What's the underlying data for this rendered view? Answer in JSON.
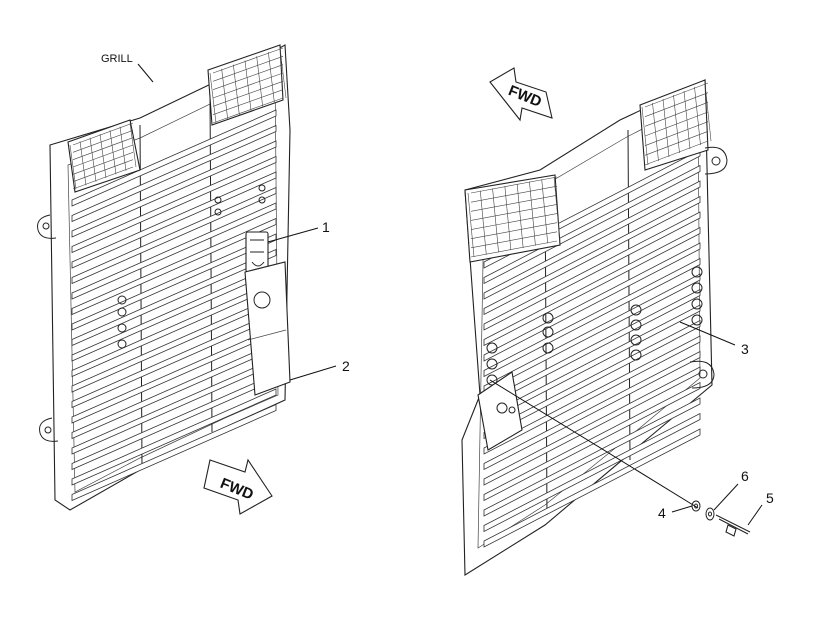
{
  "labels": {
    "grill": "GRILL",
    "callout_1": "1",
    "callout_2": "2",
    "callout_3": "3",
    "callout_4": "4",
    "callout_5": "5",
    "callout_6": "6"
  },
  "arrows": {
    "fwd_left_view": "FWD",
    "fwd_right_view": "FWD"
  }
}
